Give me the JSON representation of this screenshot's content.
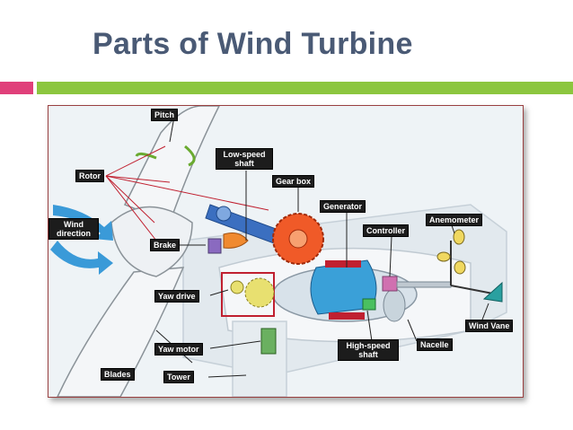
{
  "slide": {
    "title": "Parts of Wind Turbine",
    "accent_colors": {
      "pink": "#e0407a",
      "green": "#8cc63f",
      "title": "#4a5a75"
    }
  },
  "diagram": {
    "labels": {
      "pitch": "Pitch",
      "rotor": "Rotor",
      "low_speed_shaft": "Low-speed shaft",
      "gear_box": "Gear box",
      "generator": "Generator",
      "anemometer": "Anemometer",
      "wind_direction": "Wind direction",
      "controller": "Controller",
      "brake": "Brake",
      "yaw_drive": "Yaw drive",
      "wind_vane": "Wind Vane",
      "yaw_motor": "Yaw motor",
      "high_speed_shaft": "High-speed shaft",
      "nacelle": "Nacelle",
      "blades": "Blades",
      "tower": "Tower"
    },
    "colors": {
      "label_bg": "#1c1c1c",
      "gear": "#f05a28",
      "generator": "#3aa0d8",
      "shaft": "#3b6fc0",
      "wind_arrow": "#3a9ad8",
      "leader_lines": "#c02030"
    }
  }
}
